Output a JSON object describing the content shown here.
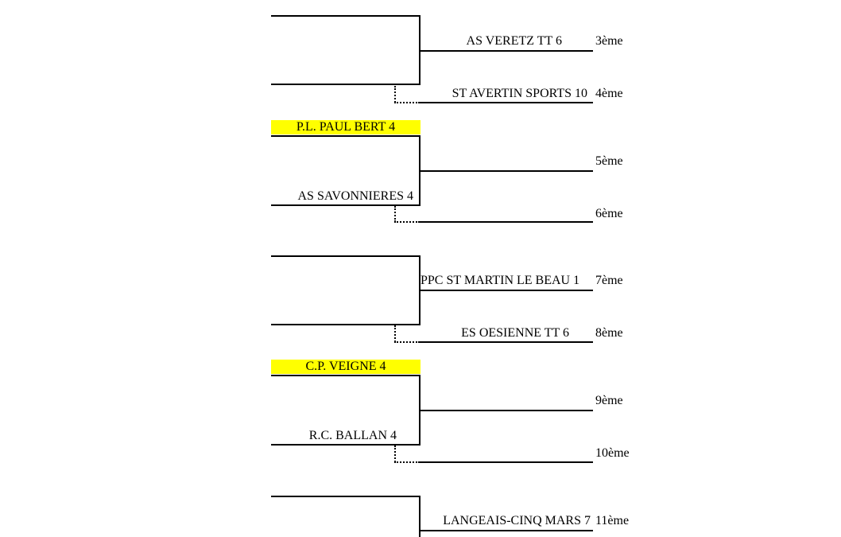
{
  "brackets": [
    {
      "left_top": "",
      "left_bottom": "",
      "right_top": "AS VERETZ TT 6",
      "right_bottom": "ST AVERTIN SPORTS 10",
      "rank_top": "3ème",
      "rank_bottom": "4ème"
    },
    {
      "left_top": "P.L. PAUL BERT 4",
      "left_bottom": "AS SAVONNIERES 4",
      "right_top": "",
      "right_bottom": "",
      "rank_top": "5ème",
      "rank_bottom": "6ème"
    },
    {
      "left_top": "",
      "left_bottom": "",
      "right_top": "PPC ST MARTIN LE BEAU 1",
      "right_bottom": "ES OESIENNE TT 6",
      "rank_top": "7ème",
      "rank_bottom": "8ème"
    },
    {
      "left_top": "C.P. VEIGNE 4",
      "left_bottom": "R.C. BALLAN 4",
      "right_top": "",
      "right_bottom": "",
      "rank_top": "9ème",
      "rank_bottom": "10ème"
    },
    {
      "left_top": "",
      "left_bottom": "",
      "right_top": "LANGEAIS-CINQ MARS 7",
      "right_bottom": "",
      "rank_top": "11ème",
      "rank_bottom": ""
    }
  ],
  "colors": {
    "highlight": "#ffff00",
    "line": "#000000",
    "background": "#ffffff"
  }
}
